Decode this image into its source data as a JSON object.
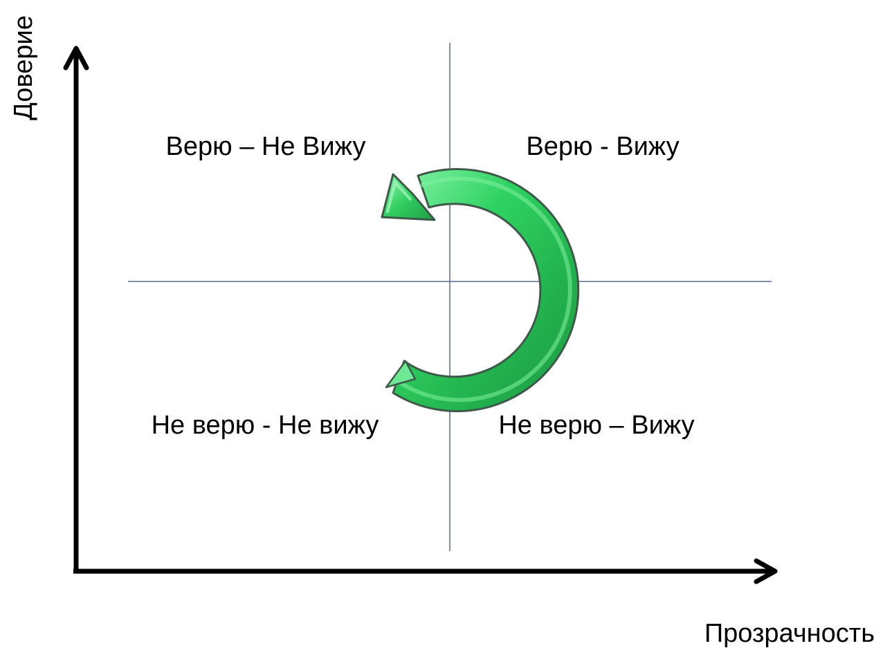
{
  "axes": {
    "y_label": "Доверие",
    "x_label": "Прозрачность"
  },
  "quadrants": {
    "top_left": "Верю – Не Вижу",
    "top_right": "Верю - Вижу",
    "bottom_left": "Не верю  - Не вижу",
    "bottom_right": "Не верю – Вижу"
  },
  "colors": {
    "axis": "#000000",
    "divider": "#5a6a8c",
    "arrow_fill": "#2ec55a",
    "arrow_highlight": "#7ff0a0",
    "arrow_outline": "#3d5a48"
  }
}
